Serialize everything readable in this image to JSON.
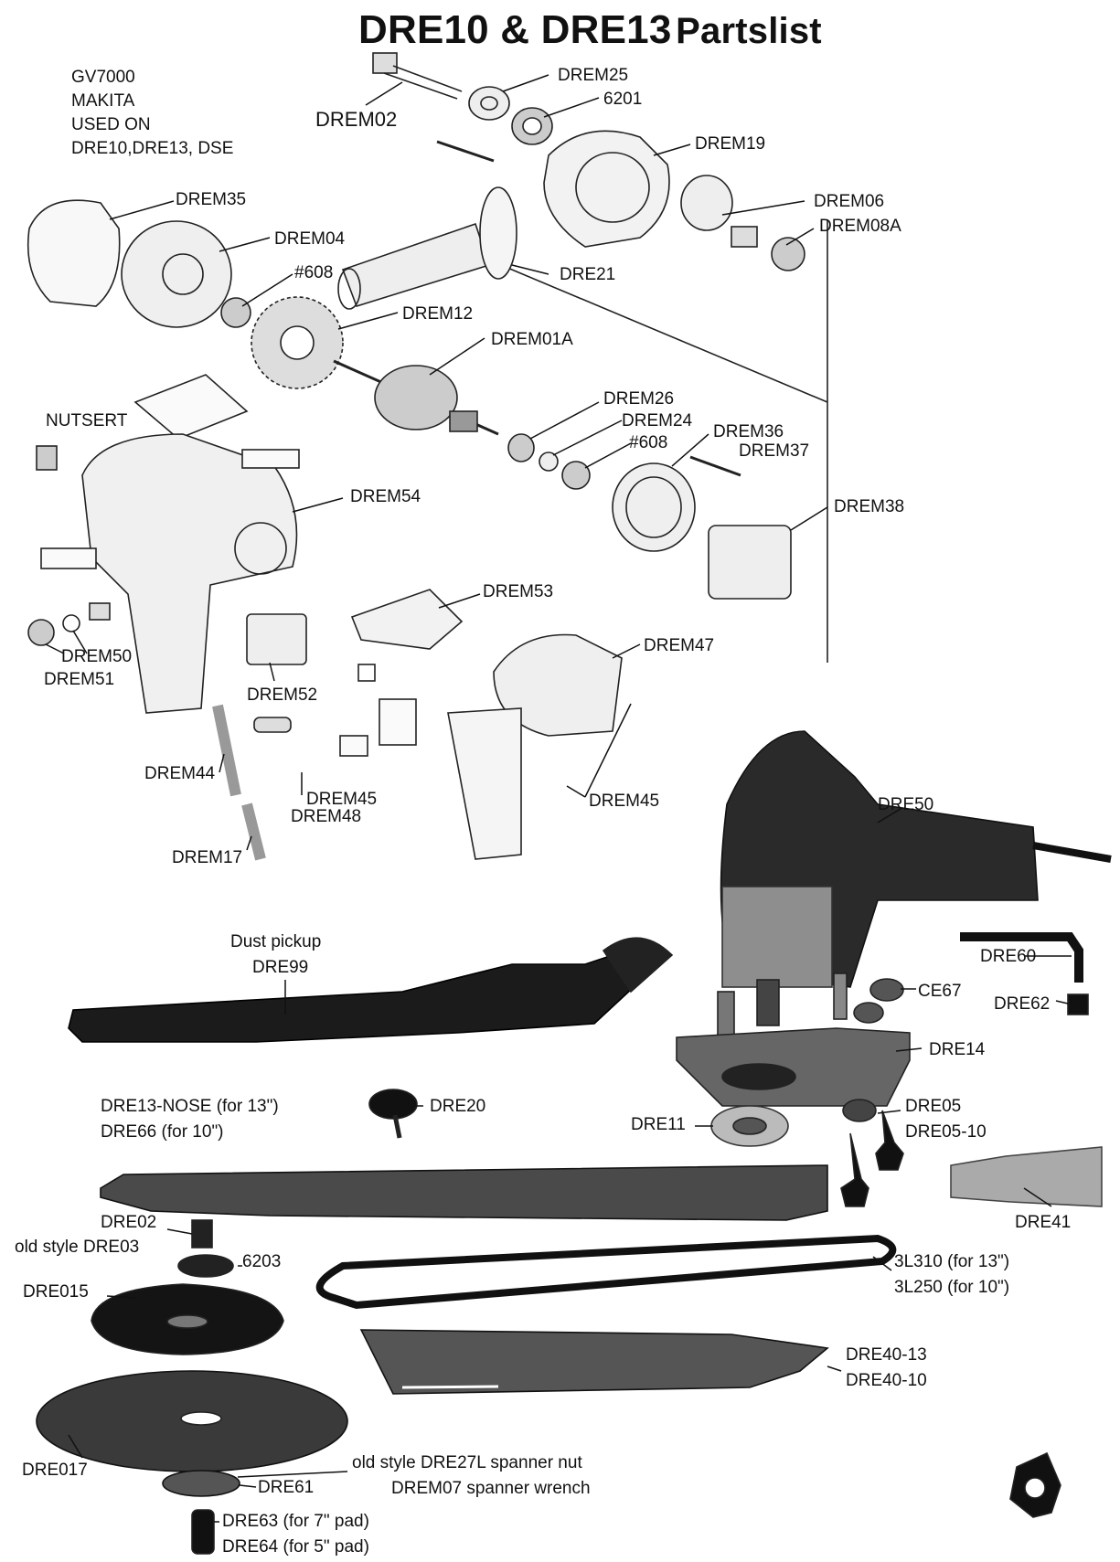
{
  "title": {
    "main": "DRE10 & DRE13",
    "suffix": "Partslist"
  },
  "note_lines": [
    "GV7000",
    "MAKITA",
    "USED ON",
    "DRE10,DRE13, DSE"
  ],
  "labels": {
    "drem02": "DREM02",
    "drem25": "DREM25",
    "b6201": "6201",
    "drem19": "DREM19",
    "drem35": "DREM35",
    "drem04": "DREM04",
    "b608a": "#608",
    "dre21": "DRE21",
    "drem06": "DREM06",
    "drem08a": "DREM08A",
    "drem12": "DREM12",
    "drem01a": "DREM01A",
    "nutsert": "NUTSERT",
    "drem26": "DREM26",
    "drem24": "DREM24",
    "b608b": "#608",
    "drem36": "DREM36",
    "drem37": "DREM37",
    "drem54": "DREM54",
    "drem38": "DREM38",
    "drem53": "DREM53",
    "drem47": "DREM47",
    "drem50": "DREM50",
    "drem51": "DREM51",
    "drem52": "DREM52",
    "drem44": "DREM44",
    "drem45a": "DREM45",
    "drem48": "DREM48",
    "drem45b": "DREM45",
    "drem17": "DREM17",
    "dre50": "DRE50",
    "dust_pickup": "Dust pickup",
    "dre99": "DRE99",
    "dre60": "DRE60",
    "ce67": "CE67",
    "dre62": "DRE62",
    "dre14": "DRE14",
    "dre13_nose": "DRE13-NOSE (for 13\")",
    "dre66": "DRE66 (for 10\")",
    "dre20": "DRE20",
    "dre11": "DRE11",
    "dre05": "DRE05",
    "dre05_10": "DRE05-10",
    "dre41": "DRE41",
    "dre02": "DRE02",
    "dre03": "old style DRE03",
    "b6203": "6203",
    "belt_13": "3L310 (for 13\")",
    "belt_10": "3L250 (for 10\")",
    "dre015": "DRE015",
    "dre40_13": "DRE40-13",
    "dre40_10": "DRE40-10",
    "dre017": "DRE017",
    "dre27l": "old style DRE27L spanner nut",
    "dre61": "DRE61",
    "drem07": "DREM07 spanner wrench",
    "dre63": "DRE63 (for 7\" pad)",
    "dre64": "DRE64 (for 5\" pad)"
  }
}
